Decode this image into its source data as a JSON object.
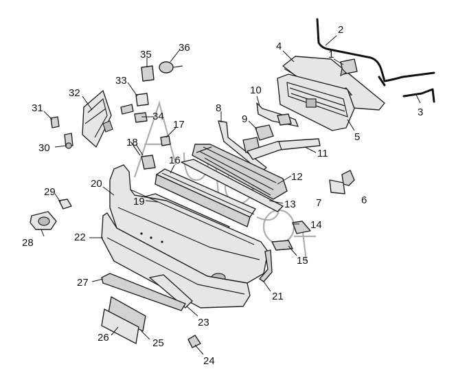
{
  "callouts": [
    {
      "id": "c1",
      "text": "1"
    },
    {
      "id": "c2",
      "text": "2"
    },
    {
      "id": "c3",
      "text": "3"
    },
    {
      "id": "c4",
      "text": "4"
    },
    {
      "id": "c5",
      "text": "5"
    },
    {
      "id": "c6",
      "text": "6"
    },
    {
      "id": "c7",
      "text": "7"
    },
    {
      "id": "c8",
      "text": "8"
    },
    {
      "id": "c9",
      "text": "9"
    },
    {
      "id": "c10",
      "text": "10"
    },
    {
      "id": "c11",
      "text": "11"
    },
    {
      "id": "c12",
      "text": "12"
    },
    {
      "id": "c13",
      "text": "13"
    },
    {
      "id": "c14",
      "text": "14"
    },
    {
      "id": "c15",
      "text": "15"
    },
    {
      "id": "c16",
      "text": "16"
    },
    {
      "id": "c17",
      "text": "17"
    },
    {
      "id": "c18",
      "text": "18"
    },
    {
      "id": "c19",
      "text": "19"
    },
    {
      "id": "c20",
      "text": "20"
    },
    {
      "id": "c21",
      "text": "21"
    },
    {
      "id": "c22",
      "text": "22"
    },
    {
      "id": "c23",
      "text": "23"
    },
    {
      "id": "c24",
      "text": "24"
    },
    {
      "id": "c25",
      "text": "25"
    },
    {
      "id": "c26",
      "text": "26"
    },
    {
      "id": "c27",
      "text": "27"
    },
    {
      "id": "c28",
      "text": "28"
    },
    {
      "id": "c29",
      "text": "29"
    },
    {
      "id": "c30",
      "text": "30"
    },
    {
      "id": "c31",
      "text": "31"
    },
    {
      "id": "c32",
      "text": "32"
    },
    {
      "id": "c33",
      "text": "33"
    },
    {
      "id": "c34",
      "text": "34"
    },
    {
      "id": "c35",
      "text": "35"
    },
    {
      "id": "c36",
      "text": "36"
    }
  ],
  "watermark": "Autoost"
}
